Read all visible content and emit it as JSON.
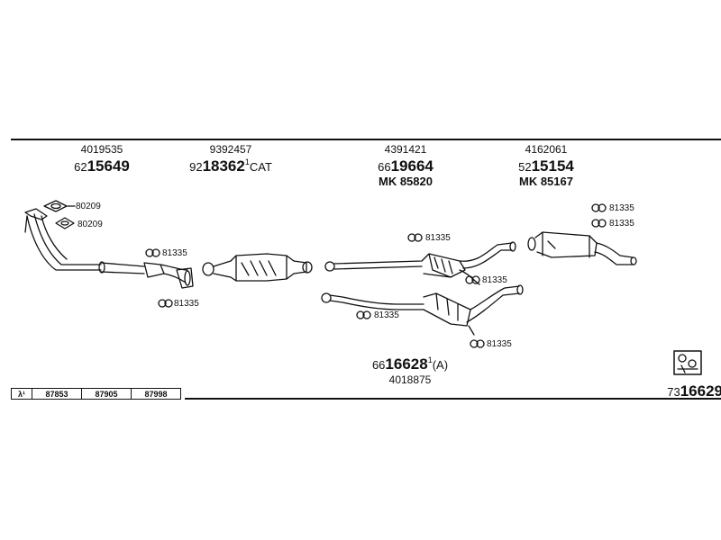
{
  "parts": [
    {
      "id": "front-pipe",
      "code_small": "4019535",
      "prefix": "62",
      "number": "15649",
      "suffix": "",
      "mk": ""
    },
    {
      "id": "catalyst",
      "code_small": "9392457",
      "prefix": "92",
      "number": "18362",
      "suffix": "CAT",
      "mk": ""
    },
    {
      "id": "middle-silencer",
      "code_small": "4391421",
      "prefix": "66",
      "number": "19664",
      "suffix": "",
      "mk": "MK 85820"
    },
    {
      "id": "rear-silencer",
      "code_small": "4162061",
      "prefix": "52",
      "number": "15154",
      "suffix": "",
      "mk": "MK 85167"
    }
  ],
  "lower_part": {
    "prefix": "66",
    "number": "16628",
    "suffix": "(A)",
    "code_small": "4018875"
  },
  "kit": {
    "prefix": "73",
    "number": "16629"
  },
  "fittings": {
    "gasket_1": "80209",
    "gasket_2": "80209",
    "clamp": "81335"
  },
  "lambda": {
    "symbol": "λ¹",
    "codes": [
      "87853",
      "87905",
      "87998"
    ]
  }
}
